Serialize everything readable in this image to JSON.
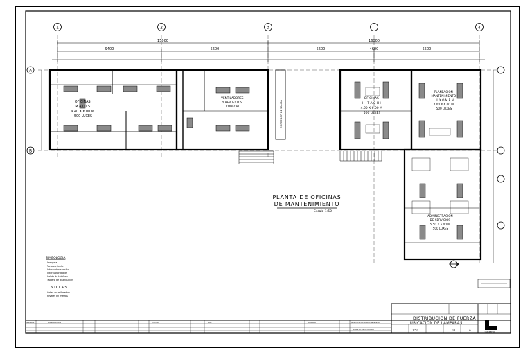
{
  "plan": {
    "title_line1": "PLANTA DE OFICINAS",
    "title_line2": "DE MANTENIMIENTO",
    "scale": "Escala 1:50"
  },
  "grid": {
    "columns": [
      "1",
      "2",
      "3",
      "4"
    ],
    "rows": [
      "A",
      "B"
    ],
    "overall_dims": [
      "15000",
      "16000"
    ],
    "segment_dims": [
      "9400",
      "5600",
      "5600",
      "4600",
      "5500"
    ]
  },
  "rooms": [
    {
      "lines": [
        "OFICINAS",
        "M A D I S",
        "9.40 X 6.00 M",
        "500 LUXES"
      ]
    },
    {
      "lines": [
        "VENTILADORES",
        "Y REPUESTOS",
        "CONFORT"
      ]
    },
    {
      "lines": [
        "OFICINAS",
        "H I T A C H I",
        "4.60 X 6.00 M",
        "500 LUXES"
      ]
    },
    {
      "lines": [
        "PLANEACION",
        "MANTENIMIENTO",
        "L U X O M E N",
        "4.00 X 6.00 M",
        "500 LUXES"
      ]
    },
    {
      "lines": [
        "ADMINISTRACION",
        "DE SERVICIOS",
        "5.50 X 5.00 M",
        "500 LUXES"
      ]
    }
  ],
  "corridor_label": "CORREDOR DE SALIDA",
  "legend": {
    "heading": "SIMBOLOGIA",
    "items": [
      "Lampara",
      "Tomacorriente",
      "Interruptor sencillo",
      "Interruptor doble",
      "Salida de telefono",
      "Tablero de distribucion"
    ],
    "notes_heading": "N O T A S",
    "notes": [
      "Cotas en milimetros",
      "Niveles en metros"
    ]
  },
  "title_block": {
    "company": "GERENCIA DE MANTENIMIENTO",
    "drawing_title_1": "DISTRIBUCION DE FUERZA",
    "drawing_title_2": "UBICACION DE LAMPARAS",
    "logo_text": "LUXOMEN",
    "plan_label": "PLANTA DE OFICINAS",
    "scale_value": "1:50",
    "sheet_value": "03",
    "rev_value": "A",
    "headers": [
      "REVISION",
      "DESCRIPCION",
      "FECHA",
      "POR",
      "APROBO"
    ]
  }
}
